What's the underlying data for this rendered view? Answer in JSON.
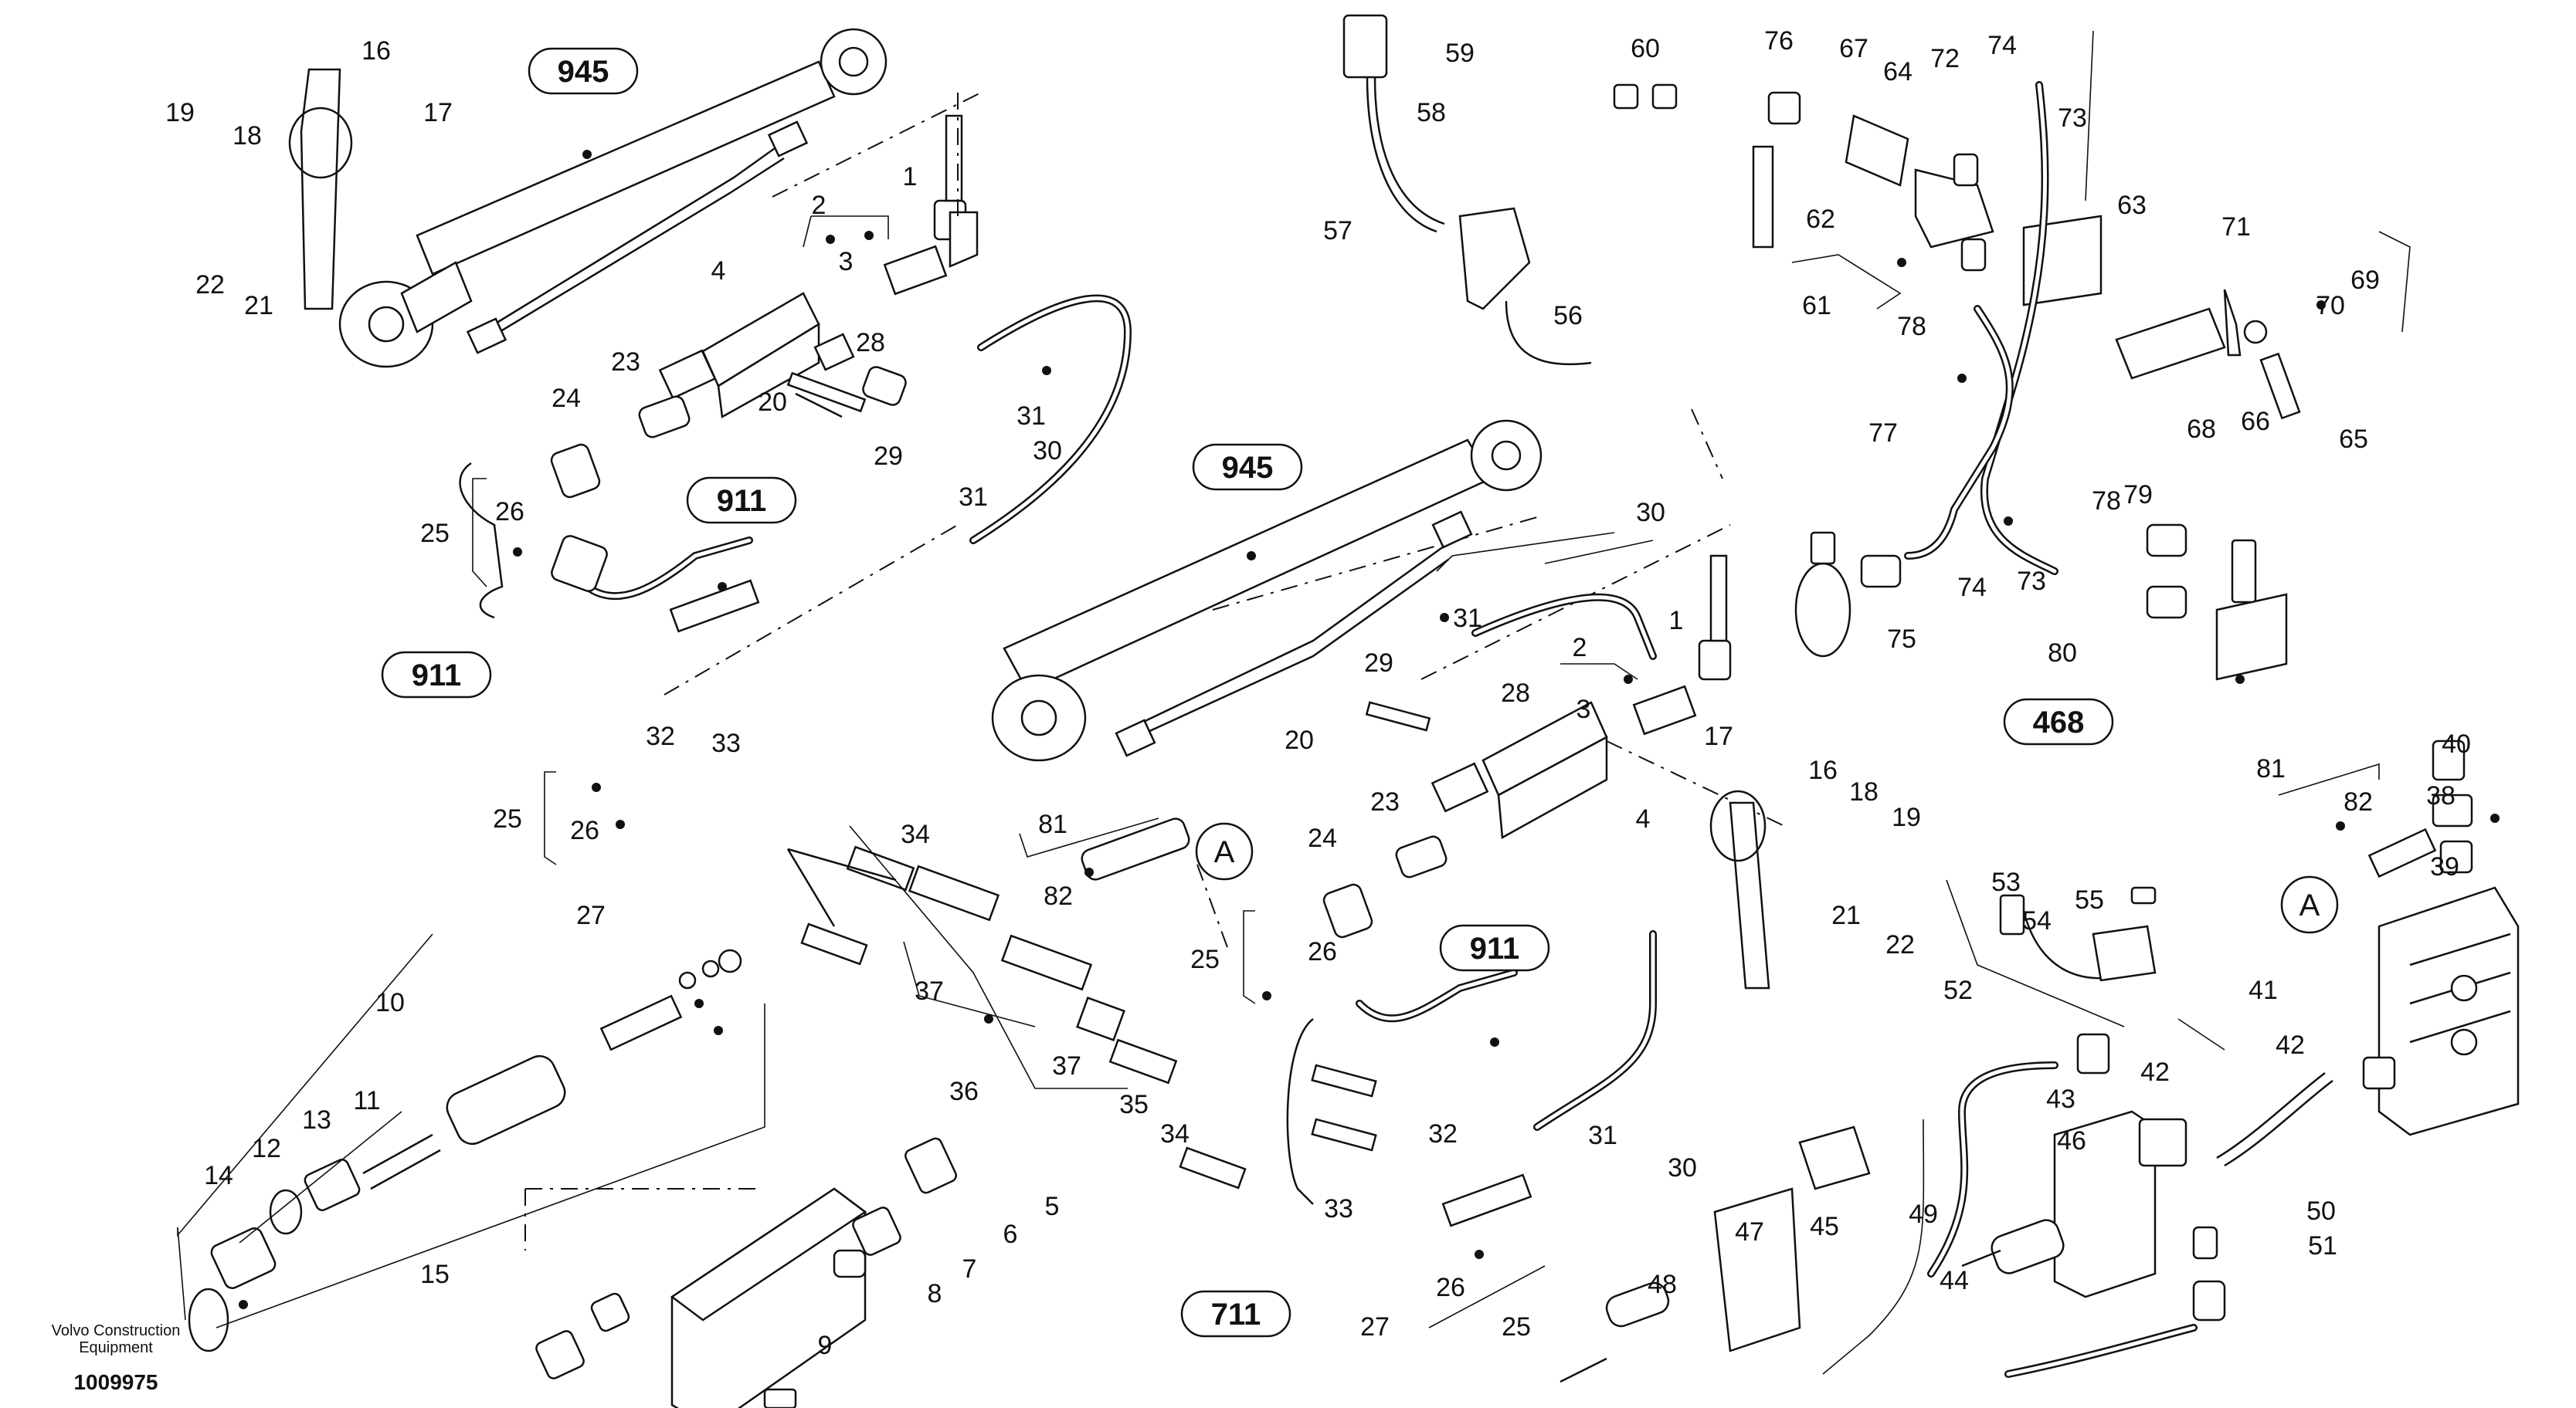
{
  "diagram": {
    "reference_boxes": [
      "945",
      "945",
      "911",
      "911",
      "911",
      "711",
      "468"
    ],
    "circle_markers": [
      "A",
      "A"
    ],
    "part_labels": [
      {
        "text": "1"
      },
      {
        "text": "2"
      },
      {
        "text": "3"
      },
      {
        "text": "4"
      },
      {
        "text": "5"
      },
      {
        "text": "6"
      },
      {
        "text": "7"
      },
      {
        "text": "8"
      },
      {
        "text": "9"
      },
      {
        "text": "10"
      },
      {
        "text": "11"
      },
      {
        "text": "12"
      },
      {
        "text": "13"
      },
      {
        "text": "14"
      },
      {
        "text": "15"
      },
      {
        "text": "16"
      },
      {
        "text": "17"
      },
      {
        "text": "18"
      },
      {
        "text": "19"
      },
      {
        "text": "20"
      },
      {
        "text": "21"
      },
      {
        "text": "22"
      },
      {
        "text": "23"
      },
      {
        "text": "24"
      },
      {
        "text": "25"
      },
      {
        "text": "26"
      },
      {
        "text": "28"
      },
      {
        "text": "29"
      },
      {
        "text": "30"
      },
      {
        "text": "31"
      },
      {
        "text": "31"
      },
      {
        "text": "25"
      },
      {
        "text": "26"
      },
      {
        "text": "27"
      },
      {
        "text": "32"
      },
      {
        "text": "33"
      },
      {
        "text": "34"
      },
      {
        "text": "34"
      },
      {
        "text": "35"
      },
      {
        "text": "36"
      },
      {
        "text": "37"
      },
      {
        "text": "37"
      },
      {
        "text": "81"
      },
      {
        "text": "82"
      },
      {
        "text": "30"
      },
      {
        "text": "31"
      },
      {
        "text": "29"
      },
      {
        "text": "28"
      },
      {
        "text": "2"
      },
      {
        "text": "1"
      },
      {
        "text": "3"
      },
      {
        "text": "20"
      },
      {
        "text": "4"
      },
      {
        "text": "17"
      },
      {
        "text": "16"
      },
      {
        "text": "18"
      },
      {
        "text": "19"
      },
      {
        "text": "23"
      },
      {
        "text": "24"
      },
      {
        "text": "25"
      },
      {
        "text": "26"
      },
      {
        "text": "21"
      },
      {
        "text": "22"
      },
      {
        "text": "31"
      },
      {
        "text": "30"
      },
      {
        "text": "32"
      },
      {
        "text": "33"
      },
      {
        "text": "26"
      },
      {
        "text": "27"
      },
      {
        "text": "25"
      },
      {
        "text": "57"
      },
      {
        "text": "58"
      },
      {
        "text": "59"
      },
      {
        "text": "56"
      },
      {
        "text": "60"
      },
      {
        "text": "76"
      },
      {
        "text": "67"
      },
      {
        "text": "64"
      },
      {
        "text": "72"
      },
      {
        "text": "74"
      },
      {
        "text": "73"
      },
      {
        "text": "63"
      },
      {
        "text": "62"
      },
      {
        "text": "61"
      },
      {
        "text": "78"
      },
      {
        "text": "77"
      },
      {
        "text": "71"
      },
      {
        "text": "70"
      },
      {
        "text": "69"
      },
      {
        "text": "68"
      },
      {
        "text": "66"
      },
      {
        "text": "65"
      },
      {
        "text": "75"
      },
      {
        "text": "74"
      },
      {
        "text": "73"
      },
      {
        "text": "78"
      },
      {
        "text": "79"
      },
      {
        "text": "80"
      },
      {
        "text": "40"
      },
      {
        "text": "81"
      },
      {
        "text": "82"
      },
      {
        "text": "38"
      },
      {
        "text": "39"
      },
      {
        "text": "53"
      },
      {
        "text": "54"
      },
      {
        "text": "55"
      },
      {
        "text": "52"
      },
      {
        "text": "41"
      },
      {
        "text": "42"
      },
      {
        "text": "42"
      },
      {
        "text": "43"
      },
      {
        "text": "46"
      },
      {
        "text": "45"
      },
      {
        "text": "47"
      },
      {
        "text": "48"
      },
      {
        "text": "44"
      },
      {
        "text": "49"
      },
      {
        "text": "50"
      },
      {
        "text": "51"
      }
    ]
  },
  "footer": {
    "company": "Volvo Construction\nEquipment",
    "company_line1": "Volvo Construction",
    "company_line2": "Equipment",
    "drawing_number": "1009975"
  }
}
